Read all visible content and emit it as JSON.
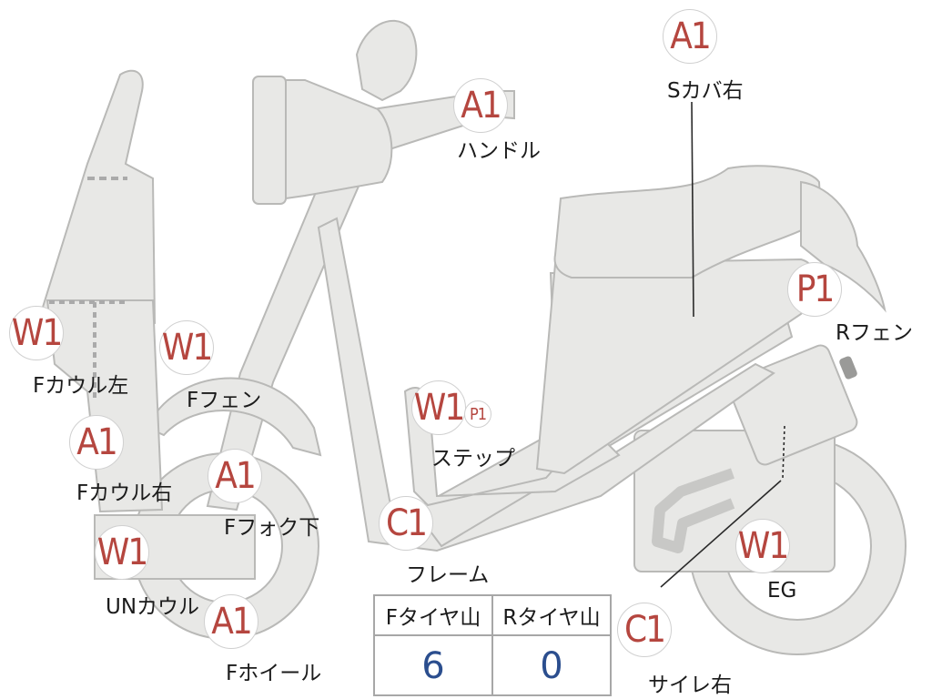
{
  "inspection_marks": [
    {
      "id": "handle",
      "code": "A1",
      "label": "ハンドル"
    },
    {
      "id": "s-cover-right",
      "code": "A1",
      "label": "Sカバ右"
    },
    {
      "id": "r-fender",
      "code": "P1",
      "label": "Rフェン"
    },
    {
      "id": "f-cowl-left",
      "code": "W1",
      "label": "Fカウル左"
    },
    {
      "id": "f-fender",
      "code": "W1",
      "label": "Fフェン"
    },
    {
      "id": "step",
      "code": "W1",
      "code2": "P1",
      "label": "ステップ"
    },
    {
      "id": "f-cowl-right",
      "code": "A1",
      "label": "Fカウル右"
    },
    {
      "id": "f-fork-lower",
      "code": "A1",
      "label": "Fフォク下"
    },
    {
      "id": "frame",
      "code": "C1",
      "label": "フレーム"
    },
    {
      "id": "un-cowl",
      "code": "W1",
      "label": "UNカウル"
    },
    {
      "id": "engine",
      "code": "W1",
      "label": "EG"
    },
    {
      "id": "f-wheel",
      "code": "A1",
      "label": "Fホイール"
    },
    {
      "id": "muffler-right",
      "code": "C1",
      "label": "サイレ右"
    }
  ],
  "tire_tread": {
    "headers": [
      "Fタイヤ山",
      "Rタイヤ山"
    ],
    "values": [
      "6",
      "0"
    ]
  },
  "colors": {
    "code_text": "#b5463f",
    "value_text": "#2b4e8e",
    "bike_fill": "#e8e8e6",
    "bike_outline": "#b9b9b7"
  }
}
